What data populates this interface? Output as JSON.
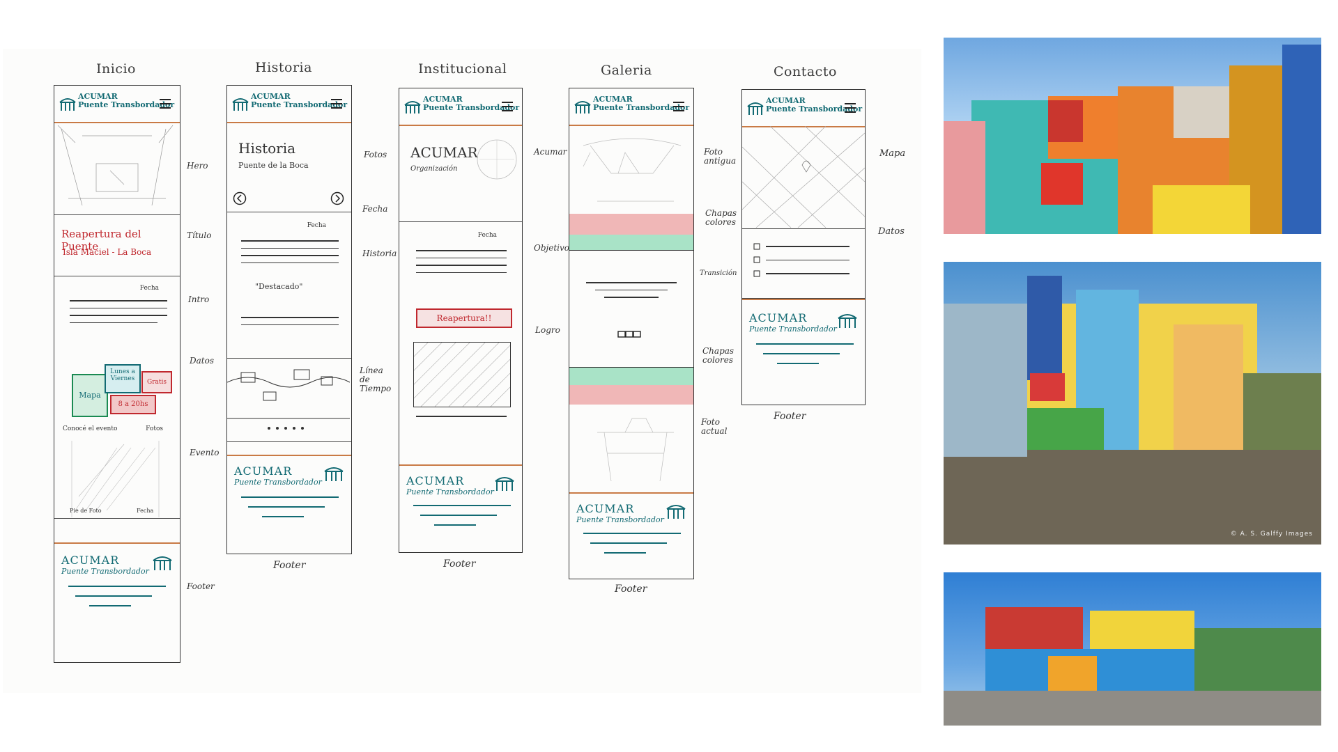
{
  "columns": [
    {
      "title": "Inicio"
    },
    {
      "title": "Historia"
    },
    {
      "title": "Institucional"
    },
    {
      "title": "Galeria"
    },
    {
      "title": "Contacto"
    }
  ],
  "header": {
    "brand_top": "ACUMAR",
    "brand_bottom": "Puente Transbordador"
  },
  "footer": {
    "brand_top": "ACUMAR",
    "brand_bottom": "Puente Transbordador",
    "label": "Footer"
  },
  "inicio": {
    "hero_title": "Reapertura del Puente",
    "hero_subtitle": "Isla Maciel - La Boca",
    "fecha": "Fecha",
    "map": "Mapa",
    "schedule": "Lunes a Viernes",
    "gratis": "Gratis",
    "hours": "8 a 20hs",
    "conocer": "Conocé el evento",
    "fotos": "Fotos",
    "pie": "Pie de Foto",
    "fecha2": "Fecha",
    "notes": [
      "Hero",
      "Título",
      "Intro",
      "Datos",
      "Evento",
      "Footer"
    ]
  },
  "historia": {
    "title": "Historia",
    "subtitle": "Puente de la Boca",
    "fecha": "Fecha",
    "destacado": "\"Destacado\"",
    "notes": [
      "Fotos",
      "Fecha",
      "Historia",
      "Línea de Tiempo"
    ]
  },
  "institucional": {
    "title": "ACUMAR",
    "subtitle": "Organización",
    "fecha": "Fecha",
    "button": "Reapertura!!",
    "notes": [
      "Acumar",
      "Objetivo",
      "Logro"
    ]
  },
  "galeria": {
    "notes": [
      "Foto antigua",
      "Chapas colores",
      "Transición",
      "Chapas colores",
      "Foto actual"
    ]
  },
  "contacto": {
    "notes": [
      "Mapa",
      "Datos"
    ]
  },
  "photos": {
    "credit": "© A. S. Galffy Images"
  },
  "colors": {
    "teal_ink": "#126a73",
    "red_ink": "#c0282e",
    "orange_rule": "#c97a45"
  }
}
